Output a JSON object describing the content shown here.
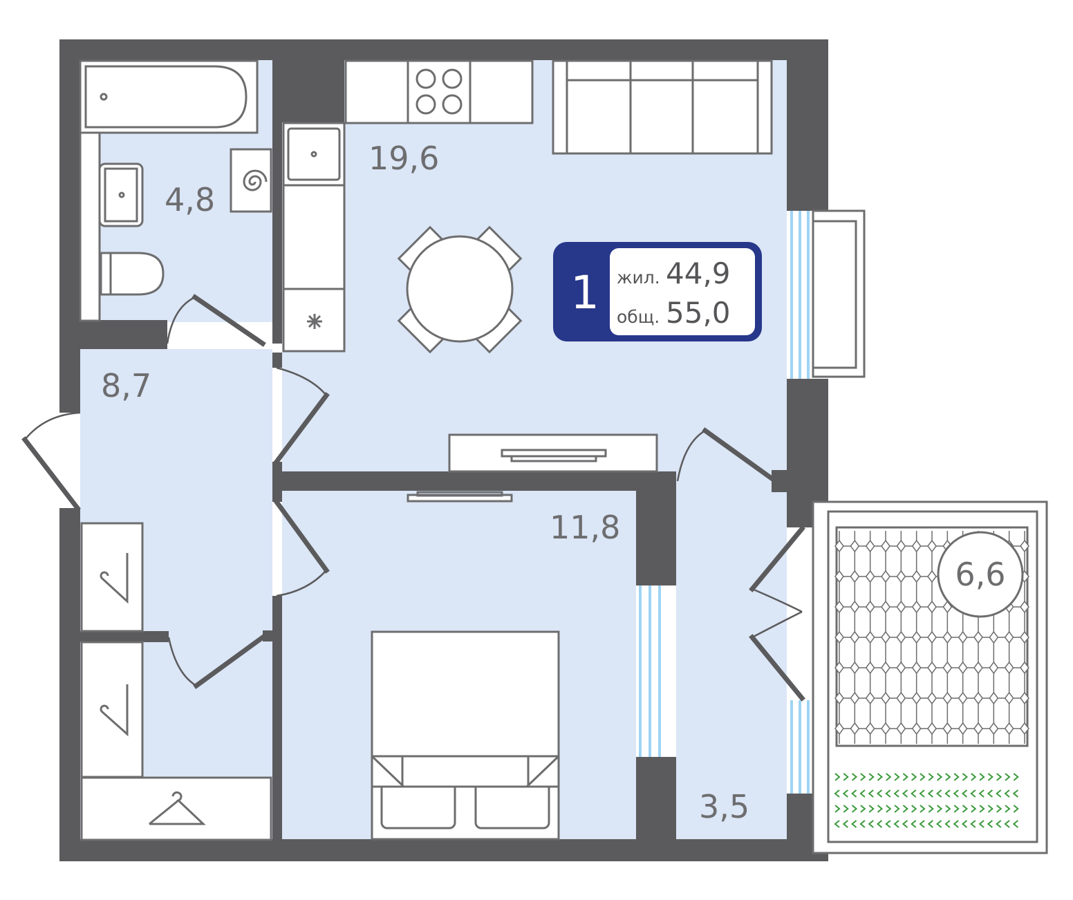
{
  "rooms": {
    "bathroom": {
      "area": "4,8"
    },
    "kitchen_living": {
      "area": "19,6"
    },
    "hallway": {
      "area": "8,7"
    },
    "bedroom": {
      "area": "11,8"
    },
    "corridor": {
      "area": "3,5"
    },
    "balcony": {
      "area": "6,6"
    }
  },
  "badge": {
    "rooms_count": "1",
    "living_label": "жил.",
    "living_value": "44,9",
    "total_label": "общ.",
    "total_value": "55,0"
  },
  "colors": {
    "floor": "#dbe6f6",
    "wall": "#5b5b5d",
    "badge": "#27378a",
    "window": "#9fd4f4",
    "plants": "#3a9a3a"
  },
  "icons": [
    "bathtub-icon",
    "sink-icon",
    "toilet-icon",
    "boiler-icon",
    "stove-icon",
    "fridge-icon",
    "sofa-icon",
    "dining-table-icon",
    "tv-stand-icon",
    "bed-icon",
    "hanger-icon",
    "plants-icon"
  ]
}
